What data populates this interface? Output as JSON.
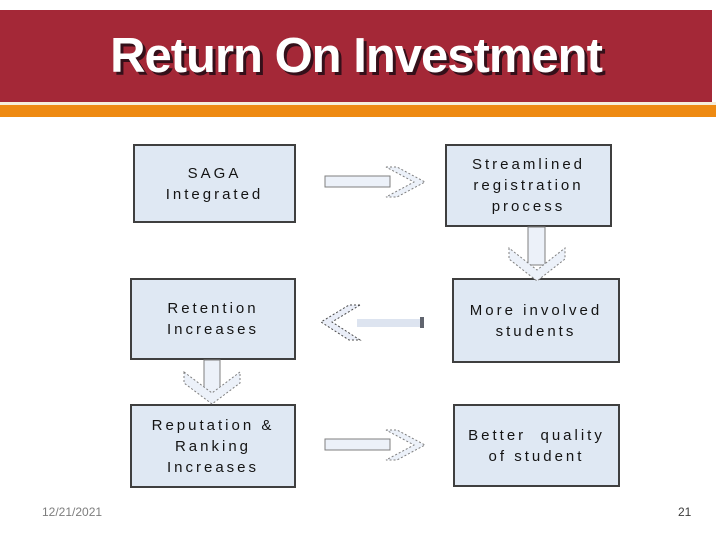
{
  "slide": {
    "title": "Return On Investment",
    "footer": {
      "date": "12/21/2021",
      "page_number": "21"
    }
  },
  "colors": {
    "banner_red": "#a42837",
    "accent_orange": "#ee8a12",
    "cream_rule": "#f6eeda",
    "box_fill": "#dfe8f3",
    "box_border": "#3f3f3f",
    "arrow_fill": "#ecf1f9",
    "arrow_outline": "#7f7f7f",
    "title_text": "#ffffff"
  },
  "diagram": {
    "type": "flowchart",
    "boxes": [
      {
        "id": "saga",
        "label": "SAGA\nIntegrated"
      },
      {
        "id": "streamlined",
        "label": "Streamlined\nregistration\nprocess"
      },
      {
        "id": "retention",
        "label": "Retention\nIncreases"
      },
      {
        "id": "more-involved",
        "label": "More involved\nstudents"
      },
      {
        "id": "reputation",
        "label": "Reputation &\nRanking\nIncreases"
      },
      {
        "id": "better-quality",
        "label": "Better  quality\nof student"
      }
    ],
    "arrows": [
      {
        "from": "saga",
        "to": "streamlined",
        "direction": "right"
      },
      {
        "from": "streamlined",
        "to": "more-involved",
        "direction": "down"
      },
      {
        "from": "more-involved",
        "to": "retention",
        "direction": "left"
      },
      {
        "from": "retention",
        "to": "reputation",
        "direction": "down"
      },
      {
        "from": "reputation",
        "to": "better-quality",
        "direction": "right"
      }
    ]
  }
}
